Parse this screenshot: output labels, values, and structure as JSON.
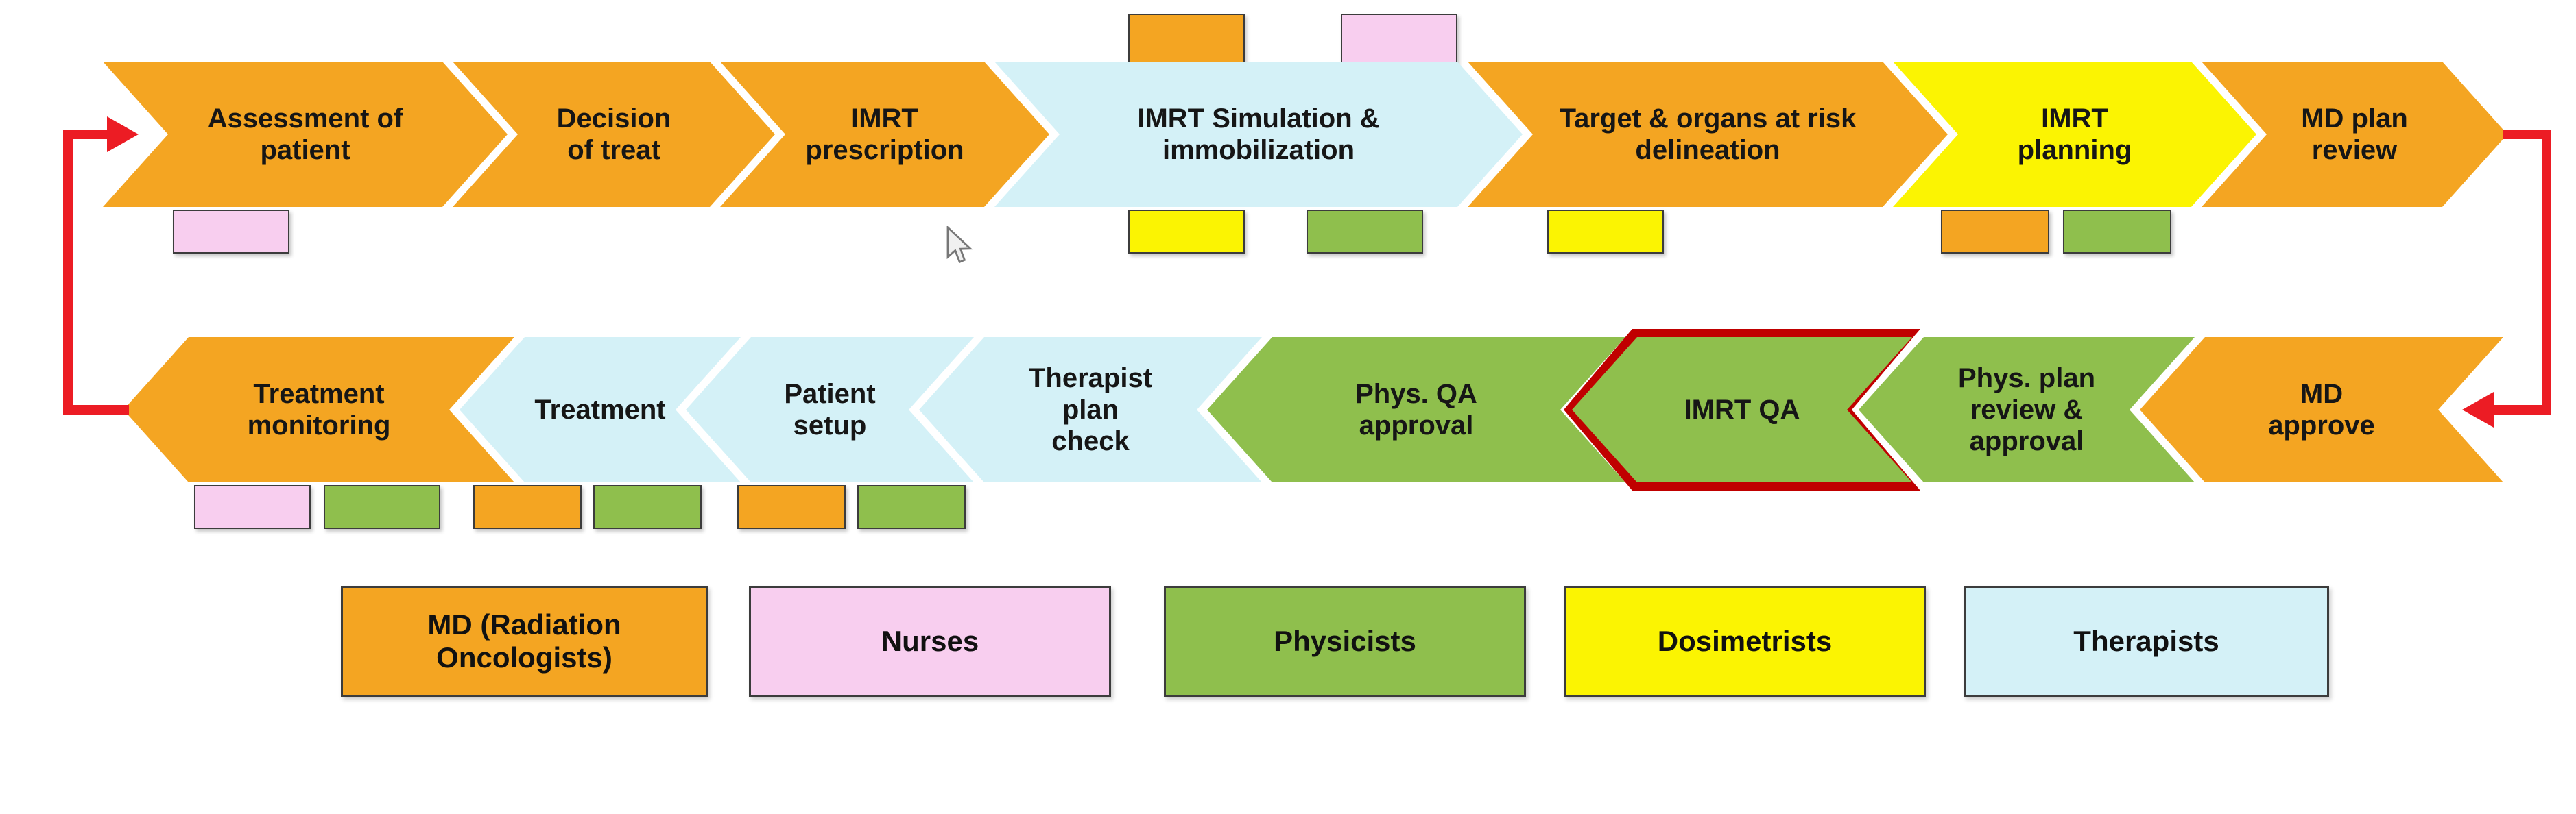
{
  "colors": {
    "orange": "#F4A522",
    "yellow": "#FBF402",
    "green": "#8FBF4D",
    "cyan": "#D4F1F7",
    "pink": "#F8CEEF",
    "red": "#EC1C24",
    "darkred": "#C00000"
  },
  "top_row": [
    {
      "label": "Assessment of patient",
      "color": "orange"
    },
    {
      "label": "Decision of treat",
      "color": "orange"
    },
    {
      "label": "IMRT prescription",
      "color": "orange"
    },
    {
      "label": "IMRT Simulation & immobilization",
      "color": "cyan"
    },
    {
      "label": "Target & organs at risk delineation",
      "color": "orange"
    },
    {
      "label": "IMRT planning",
      "color": "yellow"
    },
    {
      "label": "MD plan review",
      "color": "orange"
    }
  ],
  "bottom_row": [
    {
      "label": "Treatment monitoring",
      "color": "orange"
    },
    {
      "label": "Treatment",
      "color": "cyan"
    },
    {
      "label": "Patient setup",
      "color": "cyan"
    },
    {
      "label": "Therapist plan check",
      "color": "cyan"
    },
    {
      "label": "Phys. QA approval",
      "color": "green"
    },
    {
      "label": "IMRT QA",
      "color": "green",
      "highlighted": true,
      "border_color": "darkred"
    },
    {
      "label": "Phys. plan review & approval",
      "color": "green"
    },
    {
      "label": "MD approve",
      "color": "orange"
    }
  ],
  "role_tags": [
    {
      "position": "above-imrt-simulation",
      "role": "md",
      "color": "orange"
    },
    {
      "position": "above-imrt-simulation",
      "role": "nurses",
      "color": "pink"
    },
    {
      "position": "below-assessment-of-patient",
      "role": "nurses",
      "color": "pink"
    },
    {
      "position": "below-imrt-simulation",
      "role": "dosimetrists",
      "color": "yellow"
    },
    {
      "position": "below-imrt-simulation",
      "role": "physicists",
      "color": "green"
    },
    {
      "position": "below-target-delineation",
      "role": "dosimetrists",
      "color": "yellow"
    },
    {
      "position": "below-imrt-planning",
      "role": "md",
      "color": "orange"
    },
    {
      "position": "below-imrt-planning",
      "role": "physicists",
      "color": "green"
    },
    {
      "position": "below-treatment-monitoring",
      "role": "nurses",
      "color": "pink"
    },
    {
      "position": "below-treatment-monitoring",
      "role": "physicists",
      "color": "green"
    },
    {
      "position": "below-treatment",
      "role": "md",
      "color": "orange"
    },
    {
      "position": "below-treatment",
      "role": "physicists",
      "color": "green"
    },
    {
      "position": "below-patient-setup",
      "role": "md",
      "color": "orange"
    },
    {
      "position": "below-patient-setup",
      "role": "physicists",
      "color": "green"
    }
  ],
  "legend": [
    {
      "label": "MD (Radiation Oncologists)",
      "color": "orange"
    },
    {
      "label": "Nurses",
      "color": "pink"
    },
    {
      "label": "Physicists",
      "color": "green"
    },
    {
      "label": "Dosimetrists",
      "color": "yellow"
    },
    {
      "label": "Therapists",
      "color": "cyan"
    }
  ],
  "icons": {
    "mouse_cursor": "pointer-arrow"
  }
}
